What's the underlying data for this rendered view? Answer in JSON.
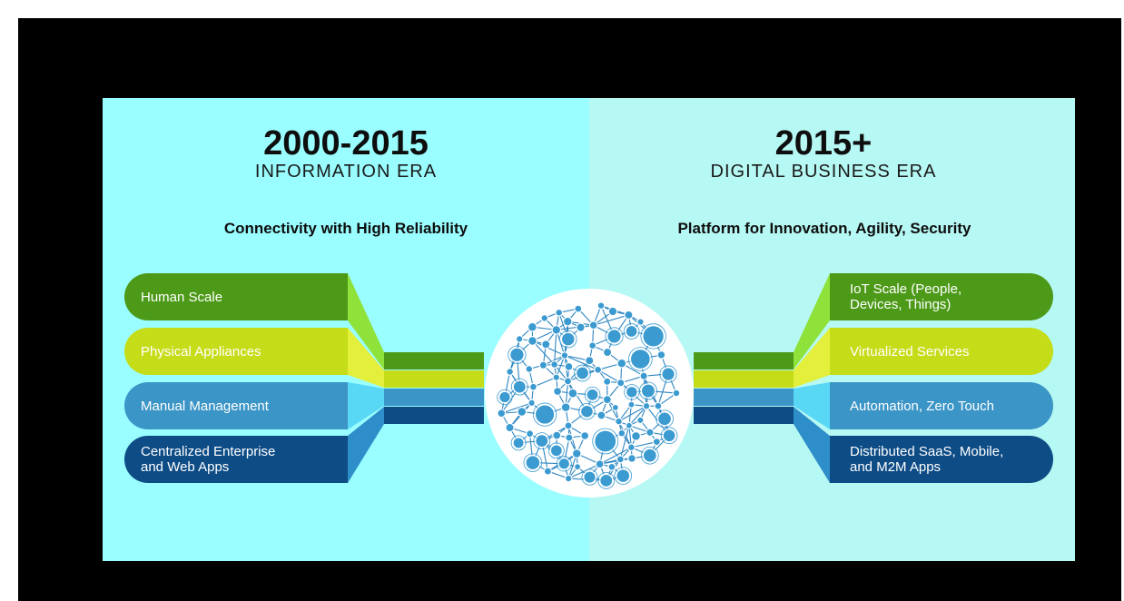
{
  "left_era": {
    "years": "2000-2015",
    "name": "INFORMATION ERA",
    "subtitle": "Connectivity with High Reliability",
    "items": [
      {
        "line1": "Human Scale",
        "line2": "",
        "color": "#4d9a19"
      },
      {
        "line1": "Physical Appliances",
        "line2": "",
        "color": "#c5dc18"
      },
      {
        "line1": "Manual Management",
        "line2": "",
        "color": "#3b95c6"
      },
      {
        "line1": "Centralized Enterprise",
        "line2": "and Web Apps",
        "color": "#0e4c86"
      }
    ]
  },
  "right_era": {
    "years": "2015+",
    "name": "DIGITAL BUSINESS ERA",
    "subtitle": "Platform for Innovation, Agility, Security",
    "items": [
      {
        "line1": "IoT Scale (People,",
        "line2": "Devices, Things)",
        "color": "#4d9a19"
      },
      {
        "line1": "Virtualized Services",
        "line2": "",
        "color": "#c5dc18"
      },
      {
        "line1": "Automation, Zero Touch",
        "line2": "",
        "color": "#3b95c6"
      },
      {
        "line1": "Distributed SaaS, Mobile,",
        "line2": "and M2M Apps",
        "color": "#0e4c86"
      }
    ]
  },
  "colors": {
    "left_background": "#9afdff",
    "right_background": "#b6f8f3",
    "frame": "#000000",
    "network_node": "#3b9bd1",
    "network_edge": "#2f86c0",
    "circle": "#ffffff",
    "shade_green": "#8fe23a",
    "shade_yellow": "#e3ef3a",
    "shade_blue": "#58d8f5",
    "shade_navy": "#2e8ec9"
  }
}
